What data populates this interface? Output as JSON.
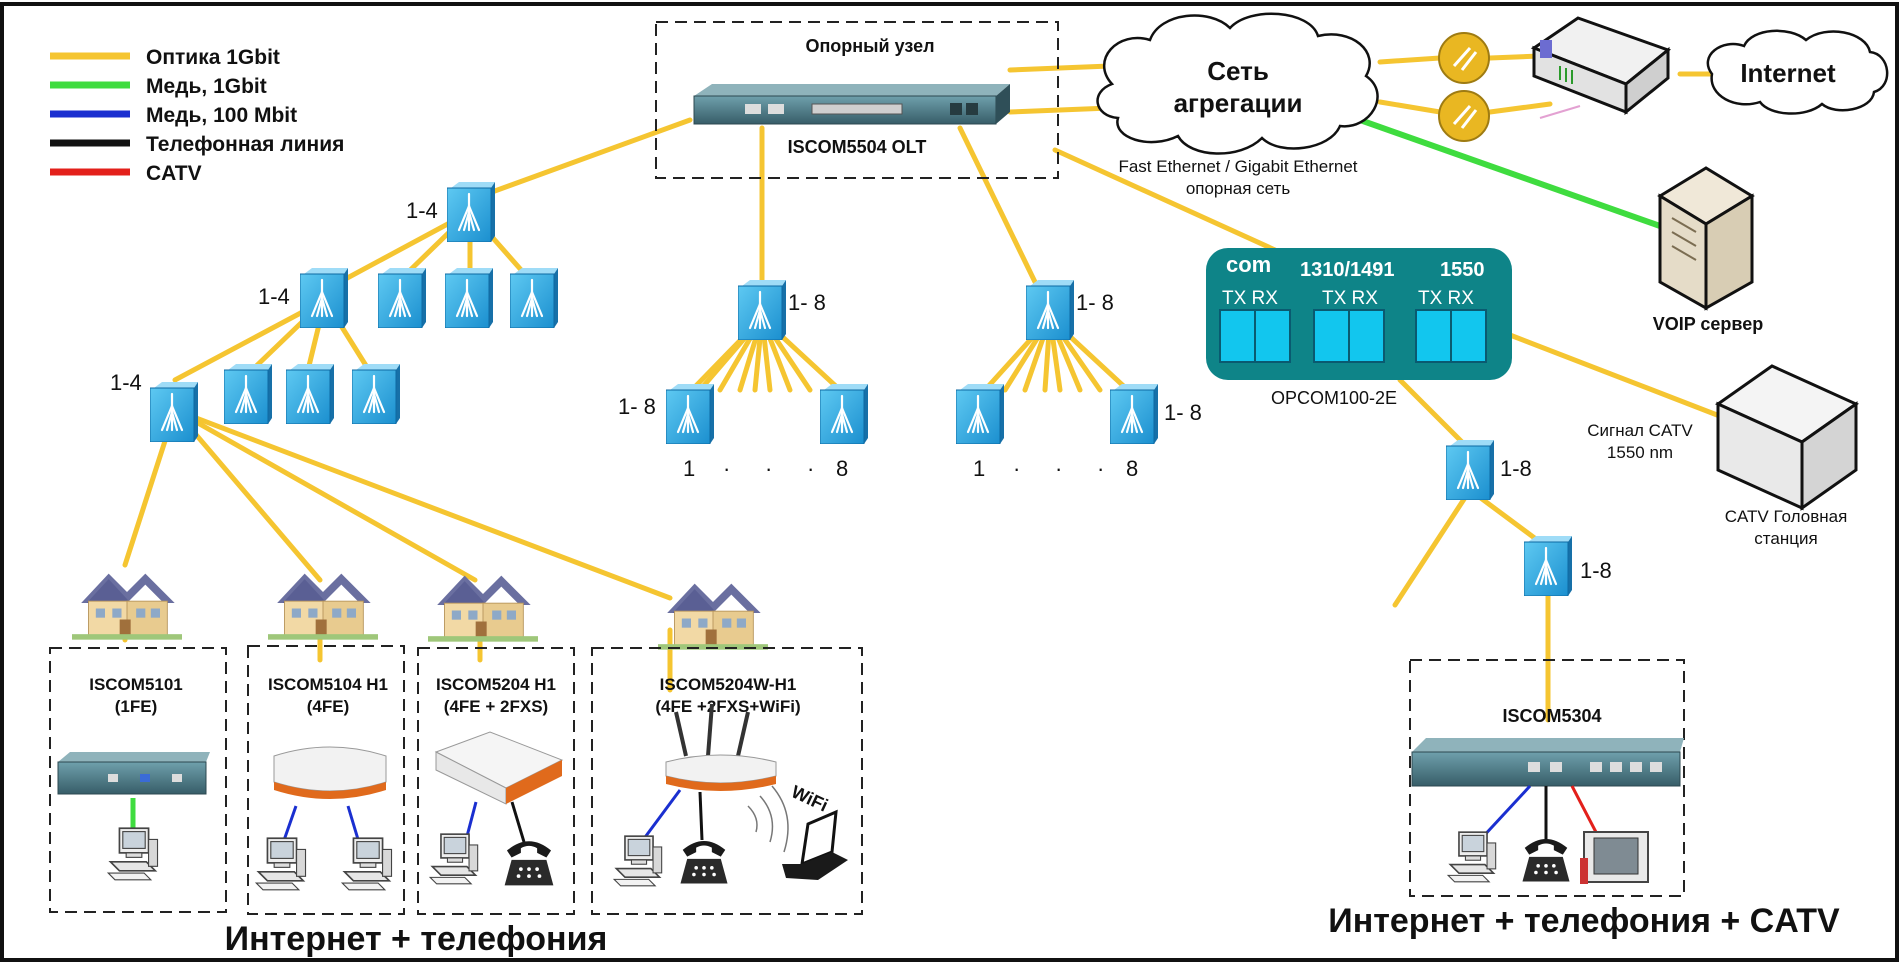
{
  "legend": [
    {
      "label": "Оптика 1Gbit",
      "color": "#f5c531"
    },
    {
      "label": "Медь, 1Gbit",
      "color": "#3fdc3f"
    },
    {
      "label": "Медь, 100 Mbit",
      "color": "#1a2fd0"
    },
    {
      "label": "Телефонная линия",
      "color": "#111111"
    },
    {
      "label": "CATV",
      "color": "#e3201b"
    }
  ],
  "core": {
    "box_title": "Опорный узел",
    "olt_label": "ISCOM5504 OLT",
    "cloud_line1": "Сеть",
    "cloud_line2": "агрегации",
    "internet": "Internet",
    "backbone_line1": "Fast Ethernet / Gigabit Ethernet",
    "backbone_line2": "опорная сеть",
    "voip": "VOIP сервер"
  },
  "splitter_labels": {
    "s1": "1-4",
    "s2": "1-4",
    "s3": "1-4",
    "mid_top": "1- 8",
    "mid_bl": "1- 8",
    "right_top": "1- 8",
    "right_br": "1- 8",
    "catv_1": "1-8",
    "catv_2": "1-8"
  },
  "port_rows": {
    "mid": [
      "1",
      "·",
      "·",
      "·",
      "8"
    ],
    "right": [
      "1",
      "·",
      "·",
      "·",
      "8"
    ]
  },
  "opcom": {
    "com": "com",
    "w1": "1310/1491",
    "w2": "1550",
    "txrx": "TX RX",
    "label": "OPCOM100-2E"
  },
  "catv": {
    "signal_line1": "Сигнал CATV",
    "signal_line2": "1550 nm",
    "head_line1": "CATV Головная",
    "head_line2": "станция"
  },
  "onu": [
    {
      "line1": "ISCOM5101",
      "line2": "(1FE)"
    },
    {
      "line1": "ISCOM5104 H1",
      "line2": "(4FE)"
    },
    {
      "line1": "ISCOM5204 H1",
      "line2": "(4FE + 2FXS)"
    },
    {
      "line1": "ISCOM5204W-H1",
      "line2": "(4FE +2FXS+WiFi)"
    },
    {
      "line1": "ISCOM5304",
      "line2": ""
    }
  ],
  "wifi": "WiFi",
  "footer_left": "Интернет + телефония",
  "footer_right": "Интернет + телефония + CATV"
}
